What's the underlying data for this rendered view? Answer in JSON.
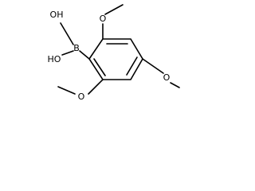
{
  "molecule": {
    "labels": {
      "oh_top": "OH",
      "boron": "B",
      "oh_bottom": "HO",
      "o_top_right": "O",
      "o_bottom_left": "O",
      "o_bottom_right": "O"
    }
  }
}
